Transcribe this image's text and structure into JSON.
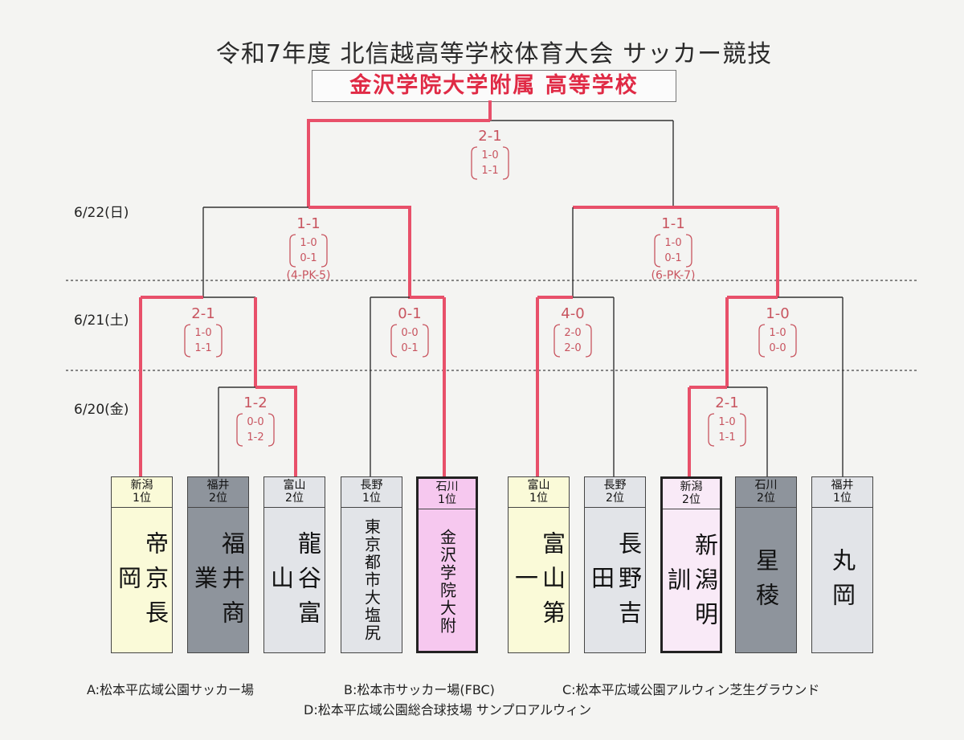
{
  "title": "令和7年度 北信越高等学校体育大会 サッカー競技",
  "winner": "金沢学院大学附属 高等学校",
  "dates": [
    "6/22(日)",
    "6/21(土)",
    "6/20(金)"
  ],
  "colors": {
    "win": "#e8506a",
    "lose": "#333333",
    "score": "#c8545f"
  },
  "teams": [
    {
      "pref": "新潟",
      "rank": "1位",
      "name": "帝京長岡",
      "bg": "#fafad8"
    },
    {
      "pref": "福井",
      "rank": "2位",
      "name": "福井商業",
      "bg": "#8e949c"
    },
    {
      "pref": "富山",
      "rank": "2位",
      "name": "龍谷富山",
      "bg": "#e2e4e8"
    },
    {
      "pref": "長野",
      "rank": "1位",
      "name": "東京都市大塩尻",
      "bg": "#e2e4e8"
    },
    {
      "pref": "石川",
      "rank": "1位",
      "name": "金沢学院大附",
      "bg": "#f6c8ef"
    },
    {
      "pref": "富山",
      "rank": "1位",
      "name": "富山第一",
      "bg": "#fafad8"
    },
    {
      "pref": "長野",
      "rank": "2位",
      "name": "長野吉田",
      "bg": "#e2e4e8"
    },
    {
      "pref": "新潟",
      "rank": "2位",
      "name": "新潟明訓",
      "bg": "#f9eaf7"
    },
    {
      "pref": "石川",
      "rank": "2位",
      "name": "星稜",
      "bg": "#8e949c"
    },
    {
      "pref": "福井",
      "rank": "1位",
      "name": "丸岡",
      "bg": "#e2e4e8"
    }
  ],
  "scores": [
    {
      "main": "2-1",
      "halves": [
        "1-0",
        "1-1"
      ],
      "pk": ""
    },
    {
      "main": "1-1",
      "halves": [
        "1-0",
        "0-1"
      ],
      "pk": "(4-PK-5)"
    },
    {
      "main": "1-1",
      "halves": [
        "1-0",
        "0-1"
      ],
      "pk": "(6-PK-7)"
    },
    {
      "main": "2-1",
      "halves": [
        "1-0",
        "1-1"
      ],
      "pk": ""
    },
    {
      "main": "0-1",
      "halves": [
        "0-0",
        "0-1"
      ],
      "pk": ""
    },
    {
      "main": "4-0",
      "halves": [
        "2-0",
        "2-0"
      ],
      "pk": ""
    },
    {
      "main": "1-0",
      "halves": [
        "1-0",
        "0-0"
      ],
      "pk": ""
    },
    {
      "main": "1-2",
      "halves": [
        "0-0",
        "1-2"
      ],
      "pk": ""
    },
    {
      "main": "2-1",
      "halves": [
        "1-0",
        "1-1"
      ],
      "pk": ""
    }
  ],
  "venues": [
    "A:松本平広域公園サッカー場",
    "B:松本市サッカー場(FBC)",
    "C:松本平広域公園アルウィン芝生グラウンド",
    "D:松本平広域公園総合球技場 サンプロアルウィン"
  ]
}
